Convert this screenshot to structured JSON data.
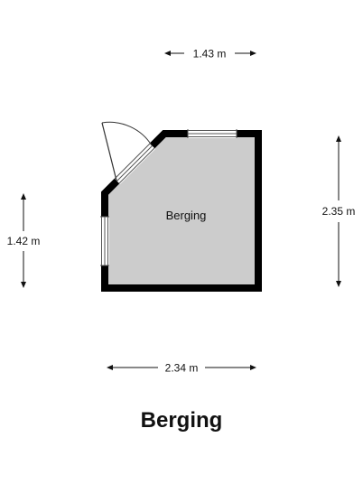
{
  "title": "Berging",
  "room": {
    "label": "Berging"
  },
  "dimensions": {
    "top": "1.43 m",
    "right": "2.35 m",
    "left": "1.42 m",
    "bottom": "2.34 m"
  },
  "colors": {
    "wall": "#000000",
    "floor": "#cccccc",
    "text": "#111111"
  }
}
